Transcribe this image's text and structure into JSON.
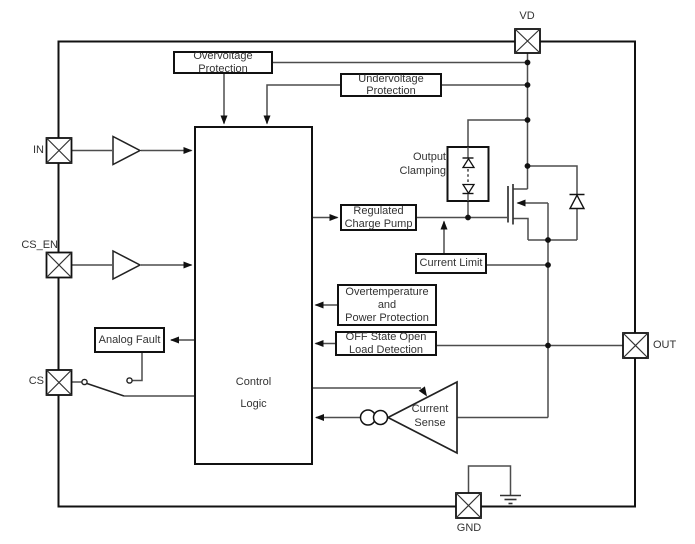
{
  "colors": {
    "wire": "#4d4d4d",
    "border": "#111111",
    "text": "#333333",
    "background": "#ffffff"
  },
  "diagram": {
    "pins": {
      "vd": "VD",
      "in": "IN",
      "cs_en": "CS_EN",
      "cs": "CS",
      "out": "OUT",
      "gnd": "GND"
    },
    "blocks": {
      "overvoltage_protection": {
        "lines": [
          "Overvoltage",
          "Protection"
        ]
      },
      "undervoltage_protection": {
        "lines": [
          "Undervoltage",
          "Protection"
        ]
      },
      "control_logic": {
        "lines": [
          "Control",
          "Logic"
        ]
      },
      "output_clamping": {
        "lines": [
          "Output",
          "Clamping"
        ]
      },
      "regulated_charge_pump": {
        "lines": [
          "Regulated",
          "Charge Pump"
        ]
      },
      "current_limit": {
        "lines": [
          "Current Limit"
        ]
      },
      "overtemperature_power_protection": {
        "lines": [
          "Overtemperature",
          "and",
          "Power Protection"
        ]
      },
      "off_state_open_load_detection": {
        "lines": [
          "OFF State Open",
          "Load Detection"
        ]
      },
      "analog_fault": {
        "lines": [
          "Analog Fault"
        ]
      },
      "current_sense": {
        "lines": [
          "Current",
          "Sense"
        ]
      }
    }
  }
}
